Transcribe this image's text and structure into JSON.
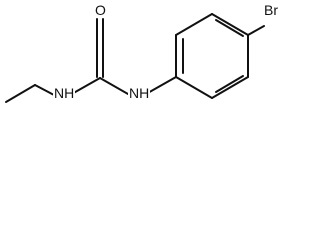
{
  "molecule": {
    "atoms": {
      "oxygen": "O",
      "nitrogen_left": "N",
      "hydrogen_left": "H",
      "nitrogen_right": "N",
      "hydrogen_right": "H",
      "bromine": "Br"
    },
    "colors": {
      "bond": "#111111",
      "text": "#111111",
      "background": "#ffffff"
    }
  }
}
